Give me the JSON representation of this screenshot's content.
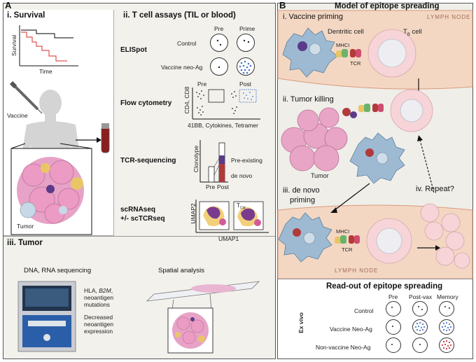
{
  "panel_a": {
    "letter": "A",
    "survival": {
      "title": "i. Survival",
      "ylabel": "Survival",
      "xlabel": "Time",
      "vaccine_label": "Vaccine",
      "tumor_label": "Tumor"
    },
    "tcell": {
      "title": "ii. T cell assays (TIL or blood)",
      "elispot": {
        "label": "ELISpot",
        "col_pre": "Pre",
        "col_prime": "Prime",
        "row_control": "Control",
        "row_vaccine": "Vaccine neo-Ag"
      },
      "flow": {
        "label": "Flow cytometry",
        "col_pre": "Pre",
        "col_post": "Post",
        "ylabel": "CD4, CD8",
        "xlabel": "41BB, Cytokines, Tetramer"
      },
      "tcr": {
        "label": "TCR-sequencing",
        "ylabel": "Clonotype",
        "pre": "Pre",
        "post": "Post",
        "preexisting": "Pre-existing",
        "denovo": "de novo"
      },
      "scrna": {
        "label1": "scRNAseq",
        "label2": "+/- scTCRseq",
        "ylabel": "UMAP2",
        "xlabel": "UMAP1",
        "tcm": "T",
        "tcm_sub": "CM"
      }
    },
    "tumor": {
      "title": "iii. Tumor",
      "dna_title": "DNA, RNA sequencing",
      "hla_line1_a": "HLA, ",
      "hla_line1_b": "B2M",
      "hla_line1_c": ",",
      "hla_line2": "neoantigen",
      "hla_line3": "mutations",
      "dec_line1": "Decreased",
      "dec_line2": "neoantigen",
      "dec_line3": "expression",
      "spatial_title": "Spatial analysis"
    }
  },
  "panel_b": {
    "letter": "B",
    "title": "Model of epitope spreading",
    "vaccine_priming": "i. Vaccine priming",
    "lymph_node": "LYMPH NODE",
    "dendritic": "Dentritic cell",
    "tb_cell": "T",
    "tb_sub": "B",
    "tb_suffix": " cell",
    "mhci": "MHCI",
    "tcr": "TCR",
    "tumor_killing": "ii. Tumor killing",
    "tumor": "Tumor",
    "denovo_1": "iii. de novo",
    "denovo_2": "priming",
    "repeat": "iv. Repeat?",
    "mhci2": "MHCI",
    "tcr2": "TCR",
    "lymph_node2": "LYMPH NODE",
    "readout": {
      "title": "Read-out of epitope spreading",
      "ex_vivo": "Ex vivo",
      "col_pre": "Pre",
      "col_postvax": "Post-vax",
      "col_memory": "Memory",
      "rows": [
        "Control",
        "Vaccine Neo-Ag",
        "Non-vaccine Neo-Ag"
      ]
    }
  },
  "colors": {
    "panel_bg": "#f0efea",
    "lymph": "#f3d7c3",
    "tumor_pink": "#e9a5c6",
    "dc_blue": "#8fb3cc",
    "tcell_pink": "#f6d4d8",
    "blue_dot": "#4a78c4",
    "red_dot": "#c8353c"
  }
}
